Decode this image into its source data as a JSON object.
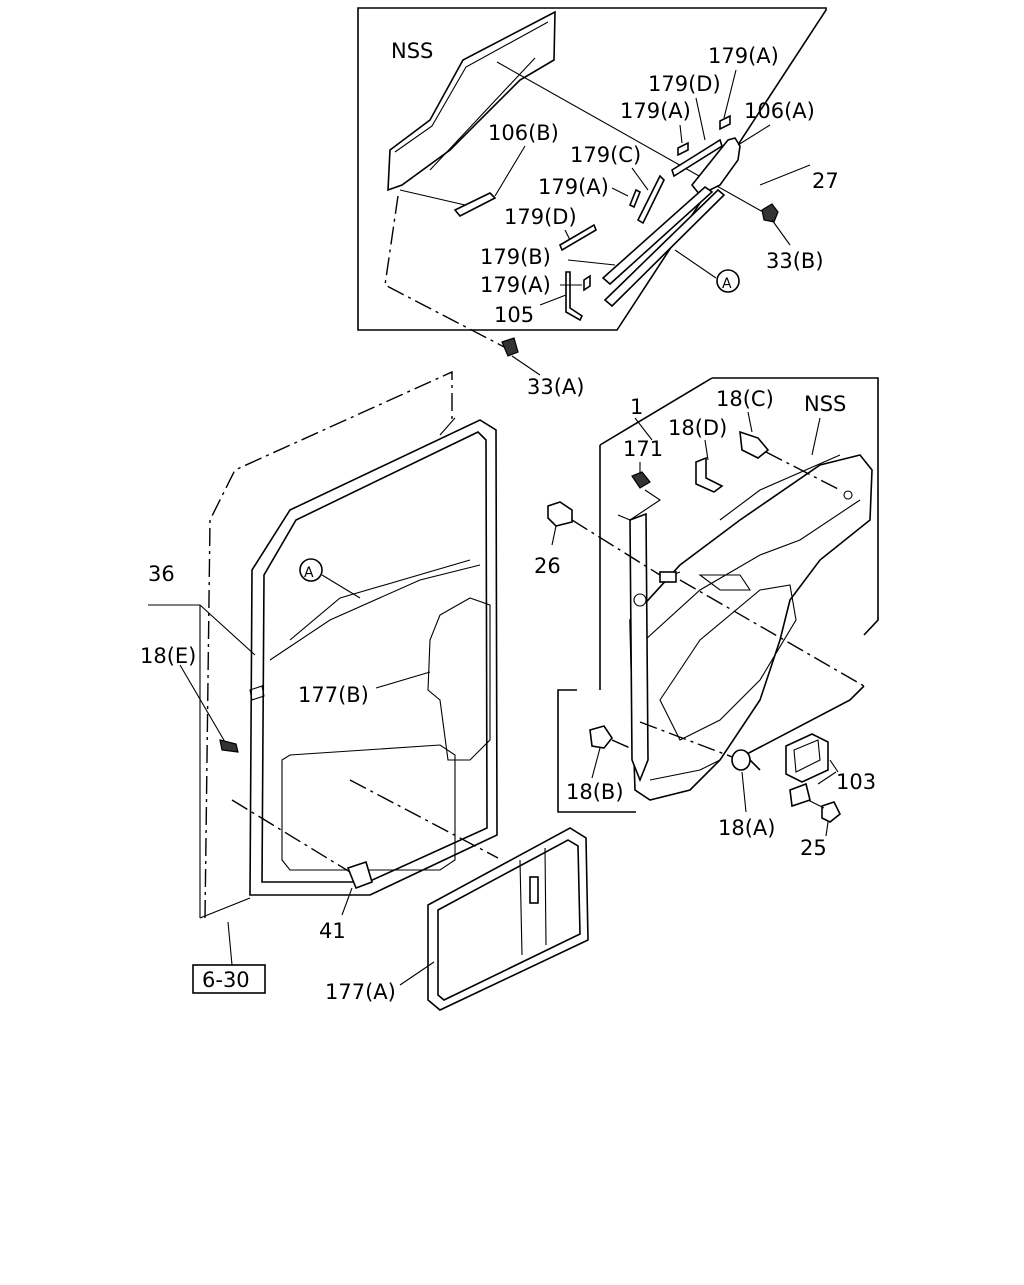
{
  "labels": {
    "nss_top": "NSS",
    "l179a_1": "179(A)",
    "l179d_1": "179(D)",
    "l179a_2": "179(A)",
    "l106a": "106(A)",
    "l106b": "106(B)",
    "l179c": "179(C)",
    "l27": "27",
    "l179a_3": "179(A)",
    "l179d_2": "179(D)",
    "l179b": "179(B)",
    "l179a_4": "179(A)",
    "l105": "105",
    "l33b": "33(B)",
    "l33a": "33(A)",
    "circle_a_top": "A",
    "l1": "1",
    "l18c": "18(C)",
    "nss_right": "NSS",
    "l18d": "18(D)",
    "l171": "171",
    "l26": "26",
    "l36": "36",
    "l18e": "18(E)",
    "circle_a_door": "A",
    "l177b": "177(B)",
    "l103": "103",
    "l18b": "18(B)",
    "l18a": "18(A)",
    "l25": "25",
    "l41": "41",
    "ref_box": "6-30",
    "l177a": "177(A)"
  }
}
